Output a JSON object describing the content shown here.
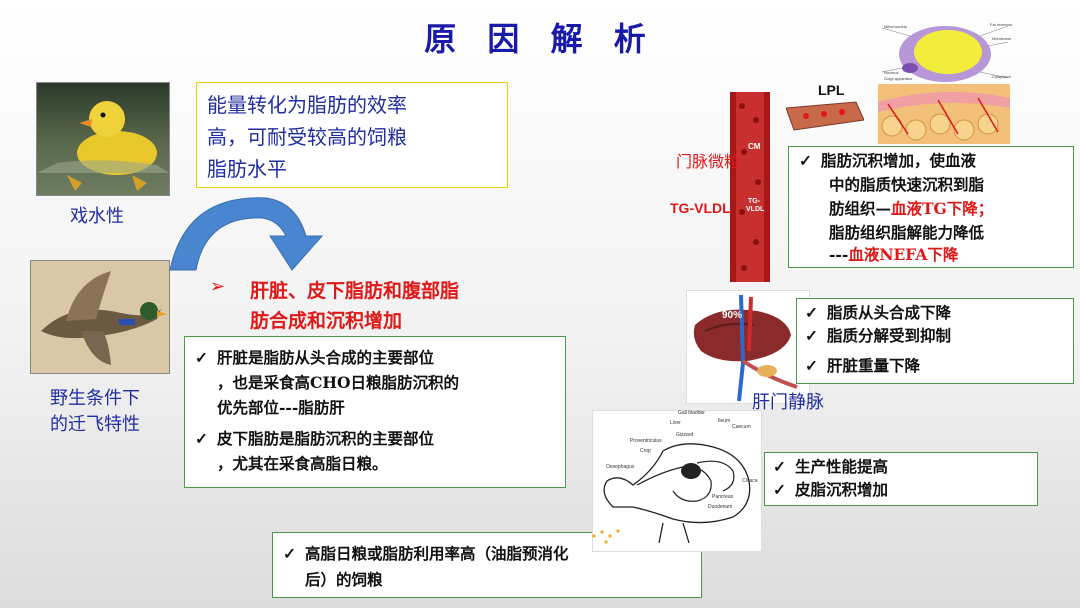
{
  "title": "原 因 解 析",
  "left": {
    "label_top": "戏水性",
    "label_bottom_1": "野生条件下",
    "label_bottom_2": "的迁飞特性"
  },
  "yellow_box": [
    "能量转化为脂肪的效率",
    "高，可耐受较高的饲粮",
    "脂肪水平"
  ],
  "heading": {
    "bullet": "➢",
    "line1": "肝脏、皮下脂肪和腹部脂",
    "line2": "肪合成和沉积增加"
  },
  "box_liver": {
    "lines": [
      {
        "check": "✓",
        "text": "肝脏是脂肪从头合成的主要部位"
      },
      {
        "check": "",
        "text": "，也是采食高CHO日粮脂肪沉积的"
      },
      {
        "check": "",
        "text": "优先部位---脂肪肝"
      },
      {
        "check": "✓",
        "text": "皮下脂肪是脂肪沉积的主要部位"
      },
      {
        "check": "",
        "text": "，尤其在采食高脂日粮。"
      }
    ]
  },
  "box_bottom": {
    "check": "✓",
    "line1": "高脂日粮或脂肪利用率高（油脂预消化",
    "line2": "后）的饲粮"
  },
  "vessel": {
    "lpl": "LPL",
    "portal_label": "门脉微粒",
    "tg_label": "TG-VLDL",
    "cm": "CM",
    "tg_small": "TG-",
    "vldl_small": "VLDL",
    "cell_labels": [
      "Mitochondria",
      "Fat reservoir",
      "Membrane",
      "Nucleus",
      "Golgi apparatus",
      "Cytoplasm"
    ]
  },
  "box_deposit": {
    "check": "✓",
    "line1": "脂肪沉积增加，使血液",
    "line2": "中的脂质快速沉积到脂",
    "line3_a": "肪组织—",
    "line3_b": "血液TG下降；",
    "line4": "脂肪组织脂解能力降低",
    "line5_a": "---",
    "line5_b": "血液NEFA下降"
  },
  "liver": {
    "percent": "90%",
    "label": "肝门静脉"
  },
  "box_liver_right": {
    "items": [
      {
        "check": "✓",
        "text": "脂质从头合成下降"
      },
      {
        "check": "✓",
        "text": "脂质分解受到抑制"
      },
      {
        "check": "✓",
        "text": "肝脏重量下降"
      }
    ]
  },
  "gut": {
    "labels": [
      "Gall bladder",
      "Liver",
      "Ileum",
      "Caecum",
      "Proventriculus",
      "Gizzard",
      "Crop",
      "Oesophagus",
      "Cloaca",
      "Pancreas",
      "Duodenum"
    ]
  },
  "box_perf": {
    "items": [
      {
        "check": "✓",
        "text": "生产性能提高"
      },
      {
        "check": "✓",
        "text": "皮脂沉积增加"
      }
    ]
  },
  "colors": {
    "title": "#1a1aa8",
    "red": "#e01818",
    "box_border": "#4a9a4a",
    "yellow_border": "#e6d200",
    "arrow": "#4a86d0"
  }
}
